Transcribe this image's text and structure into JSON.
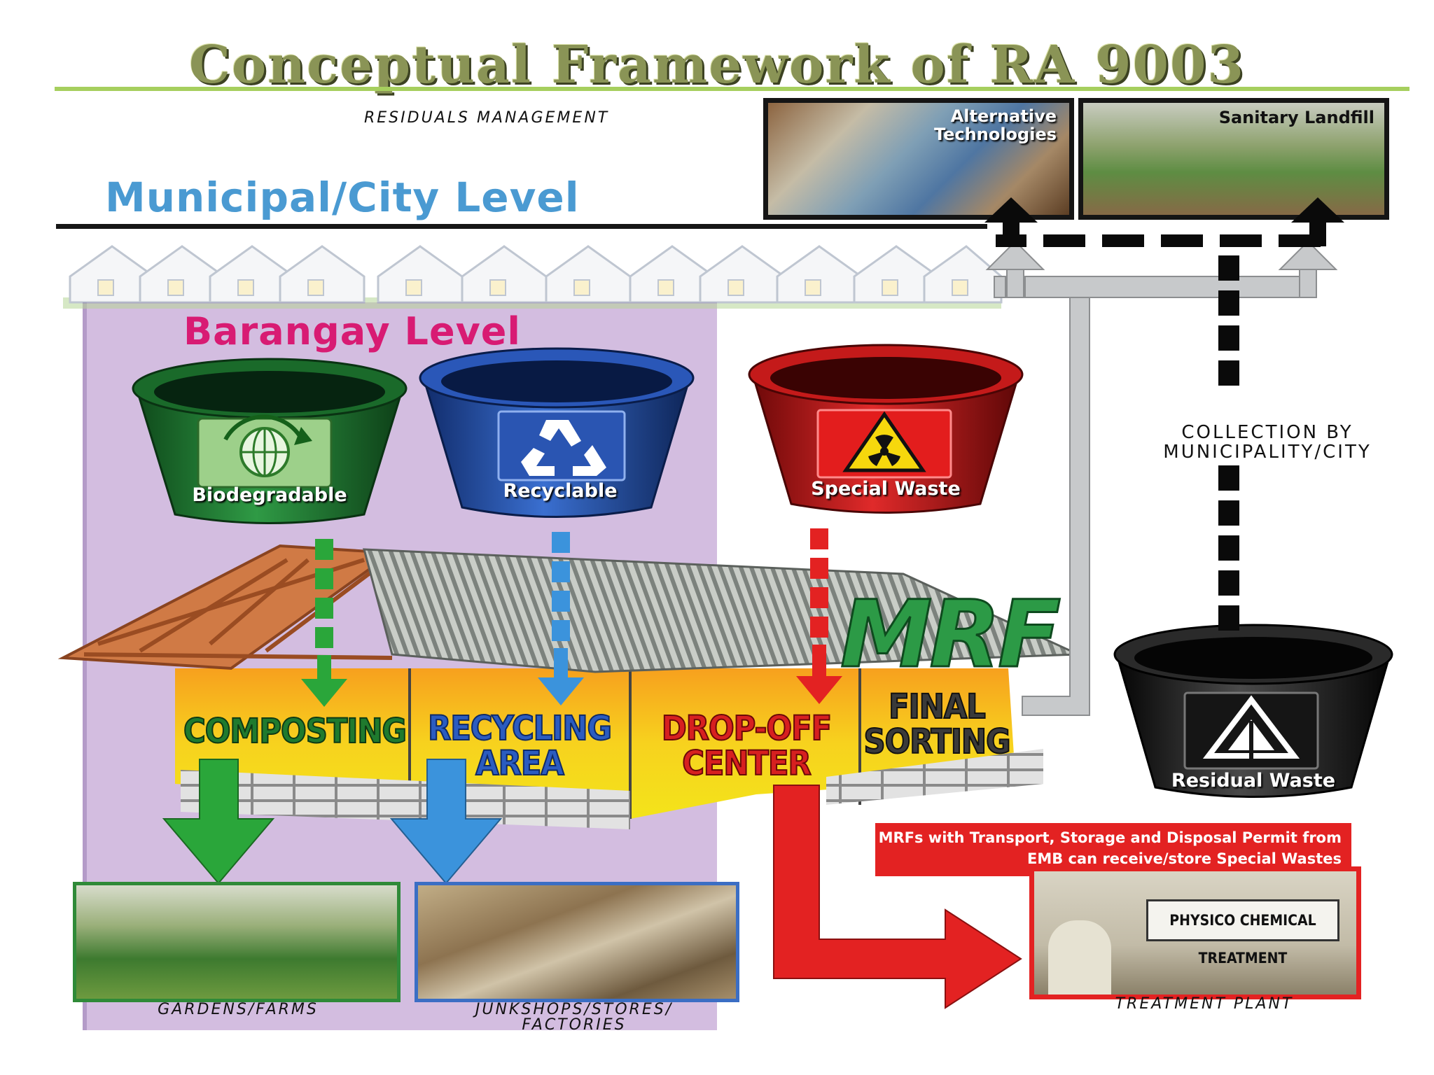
{
  "title": "Conceptual Framework of RA 9003",
  "residuals_label": "RESIDUALS MANAGEMENT",
  "municipal_level": "Municipal/City Level",
  "barangay_level": "Barangay Level",
  "photos": {
    "alternative": "Alternative Technologies",
    "landfill": "Sanitary Landfill",
    "gardens": "GARDENS/FARMS",
    "junkshops": "JUNKSHOPS/STORES/ FACTORIES",
    "treatment": "TREATMENT PLANT",
    "treatment_sign": "PHYSICO CHEMICAL TREATMENT"
  },
  "buckets": {
    "biodegradable": "Biodegradable",
    "recyclable": "Recyclable",
    "special": "Special Waste",
    "residual": "Residual Waste"
  },
  "mrf": "MRF",
  "sections": {
    "composting": "COMPOSTING",
    "recycling_line1": "RECYCLING",
    "recycling_line2": "AREA",
    "dropoff_line1": "DROP-OFF",
    "dropoff_line2": "CENTER",
    "final_line1": "FINAL",
    "final_line2": "SORTING"
  },
  "collection": "COLLECTION BY MUNICIPALITY/CITY",
  "mrf_permit_note": "MRFs with Transport, Storage and Disposal Permit from EMB can receive/store Special Wastes",
  "colors": {
    "green_bucket": "#1f7a2e",
    "blue_bucket": "#1f4fa8",
    "red_bucket": "#c01818",
    "black_bucket": "#1a1a1a",
    "barangay_bg": "#d3bde0",
    "barangay_text": "#d81b73",
    "municipal_text": "#4a9ad2"
  },
  "icons": [
    "globe-recycle-icon",
    "recycle-icon",
    "radiation-warning-icon",
    "emb-logo-icon"
  ]
}
